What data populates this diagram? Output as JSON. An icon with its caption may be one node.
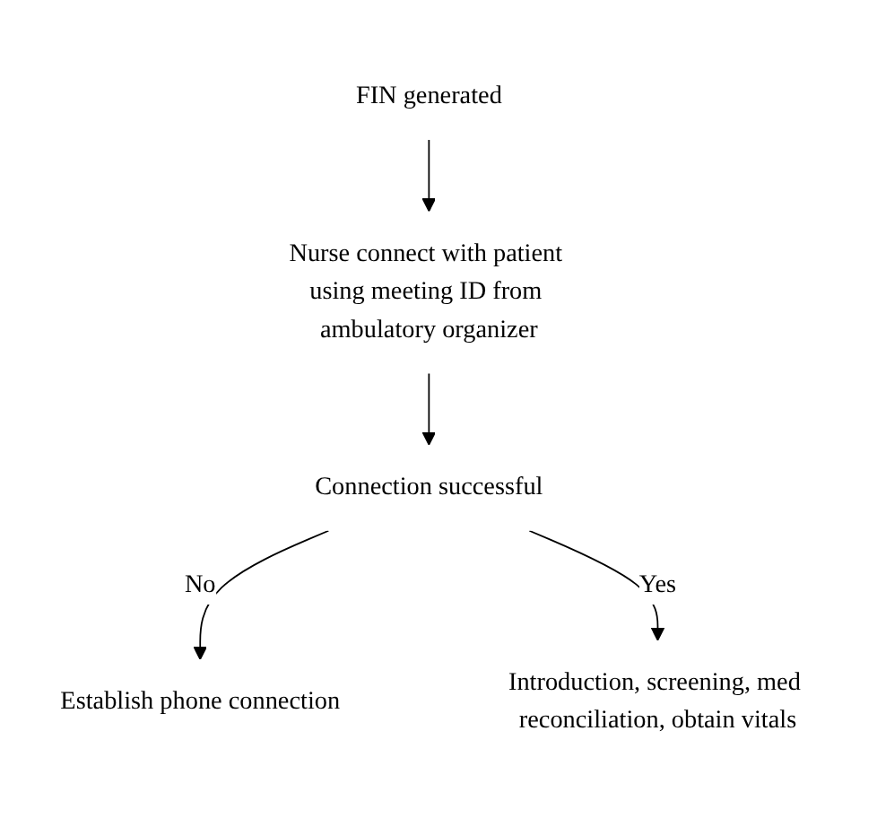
{
  "diagram": {
    "nodes": [
      {
        "text": [
          "FIN generated"
        ]
      },
      {
        "text": [
          "Nurse connect with patient using meeting ID from ambulatory organizer"
        ]
      },
      {
        "text": [
          "Connection successful"
        ]
      },
      {
        "text": [
          "Establish phone connection"
        ]
      },
      {
        "text": [
          "Introduction, screening, med reconciliation, obtain vitals"
        ]
      }
    ],
    "edges": [
      {
        "from": 0,
        "to": 1,
        "arrow": "to"
      },
      {
        "from": 1,
        "to": 2,
        "arrow": "to"
      },
      {
        "from": 2,
        "to": 3,
        "arrow": "to",
        "label": "No"
      },
      {
        "from": 2,
        "to": 4,
        "arrow": "to",
        "label": "Yes"
      }
    ]
  }
}
